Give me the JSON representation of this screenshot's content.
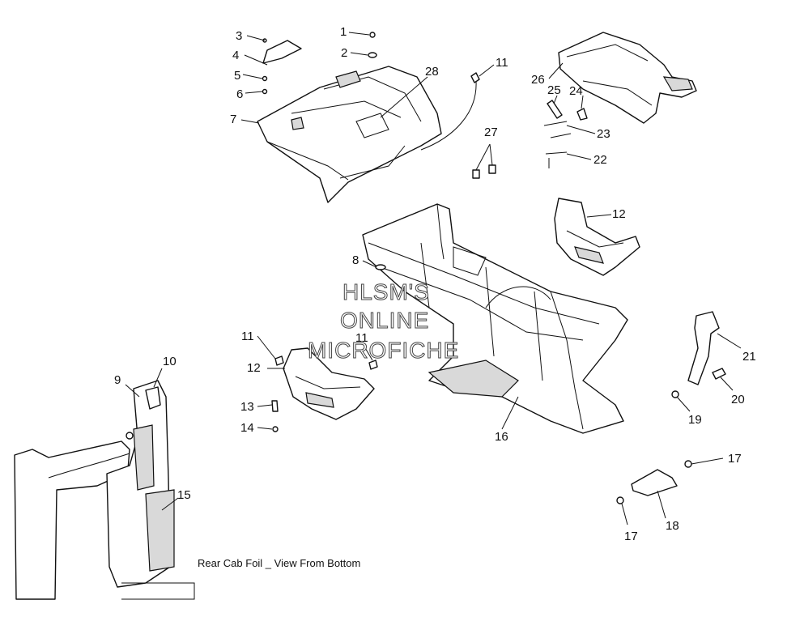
{
  "diagram": {
    "callouts": [
      "1",
      "2",
      "3",
      "4",
      "5",
      "6",
      "7",
      "28",
      "11",
      "26",
      "25",
      "24",
      "23",
      "27",
      "22",
      "12",
      "8",
      "11",
      "11",
      "12",
      "10",
      "9",
      "13",
      "14",
      "15",
      "16",
      "21",
      "20",
      "19",
      "17",
      "17",
      "18"
    ],
    "caption": "Rear Cab Foil _ View From Bottom",
    "watermark": [
      "HLSM'S",
      "ONLINE",
      "MICROFICHE"
    ]
  }
}
